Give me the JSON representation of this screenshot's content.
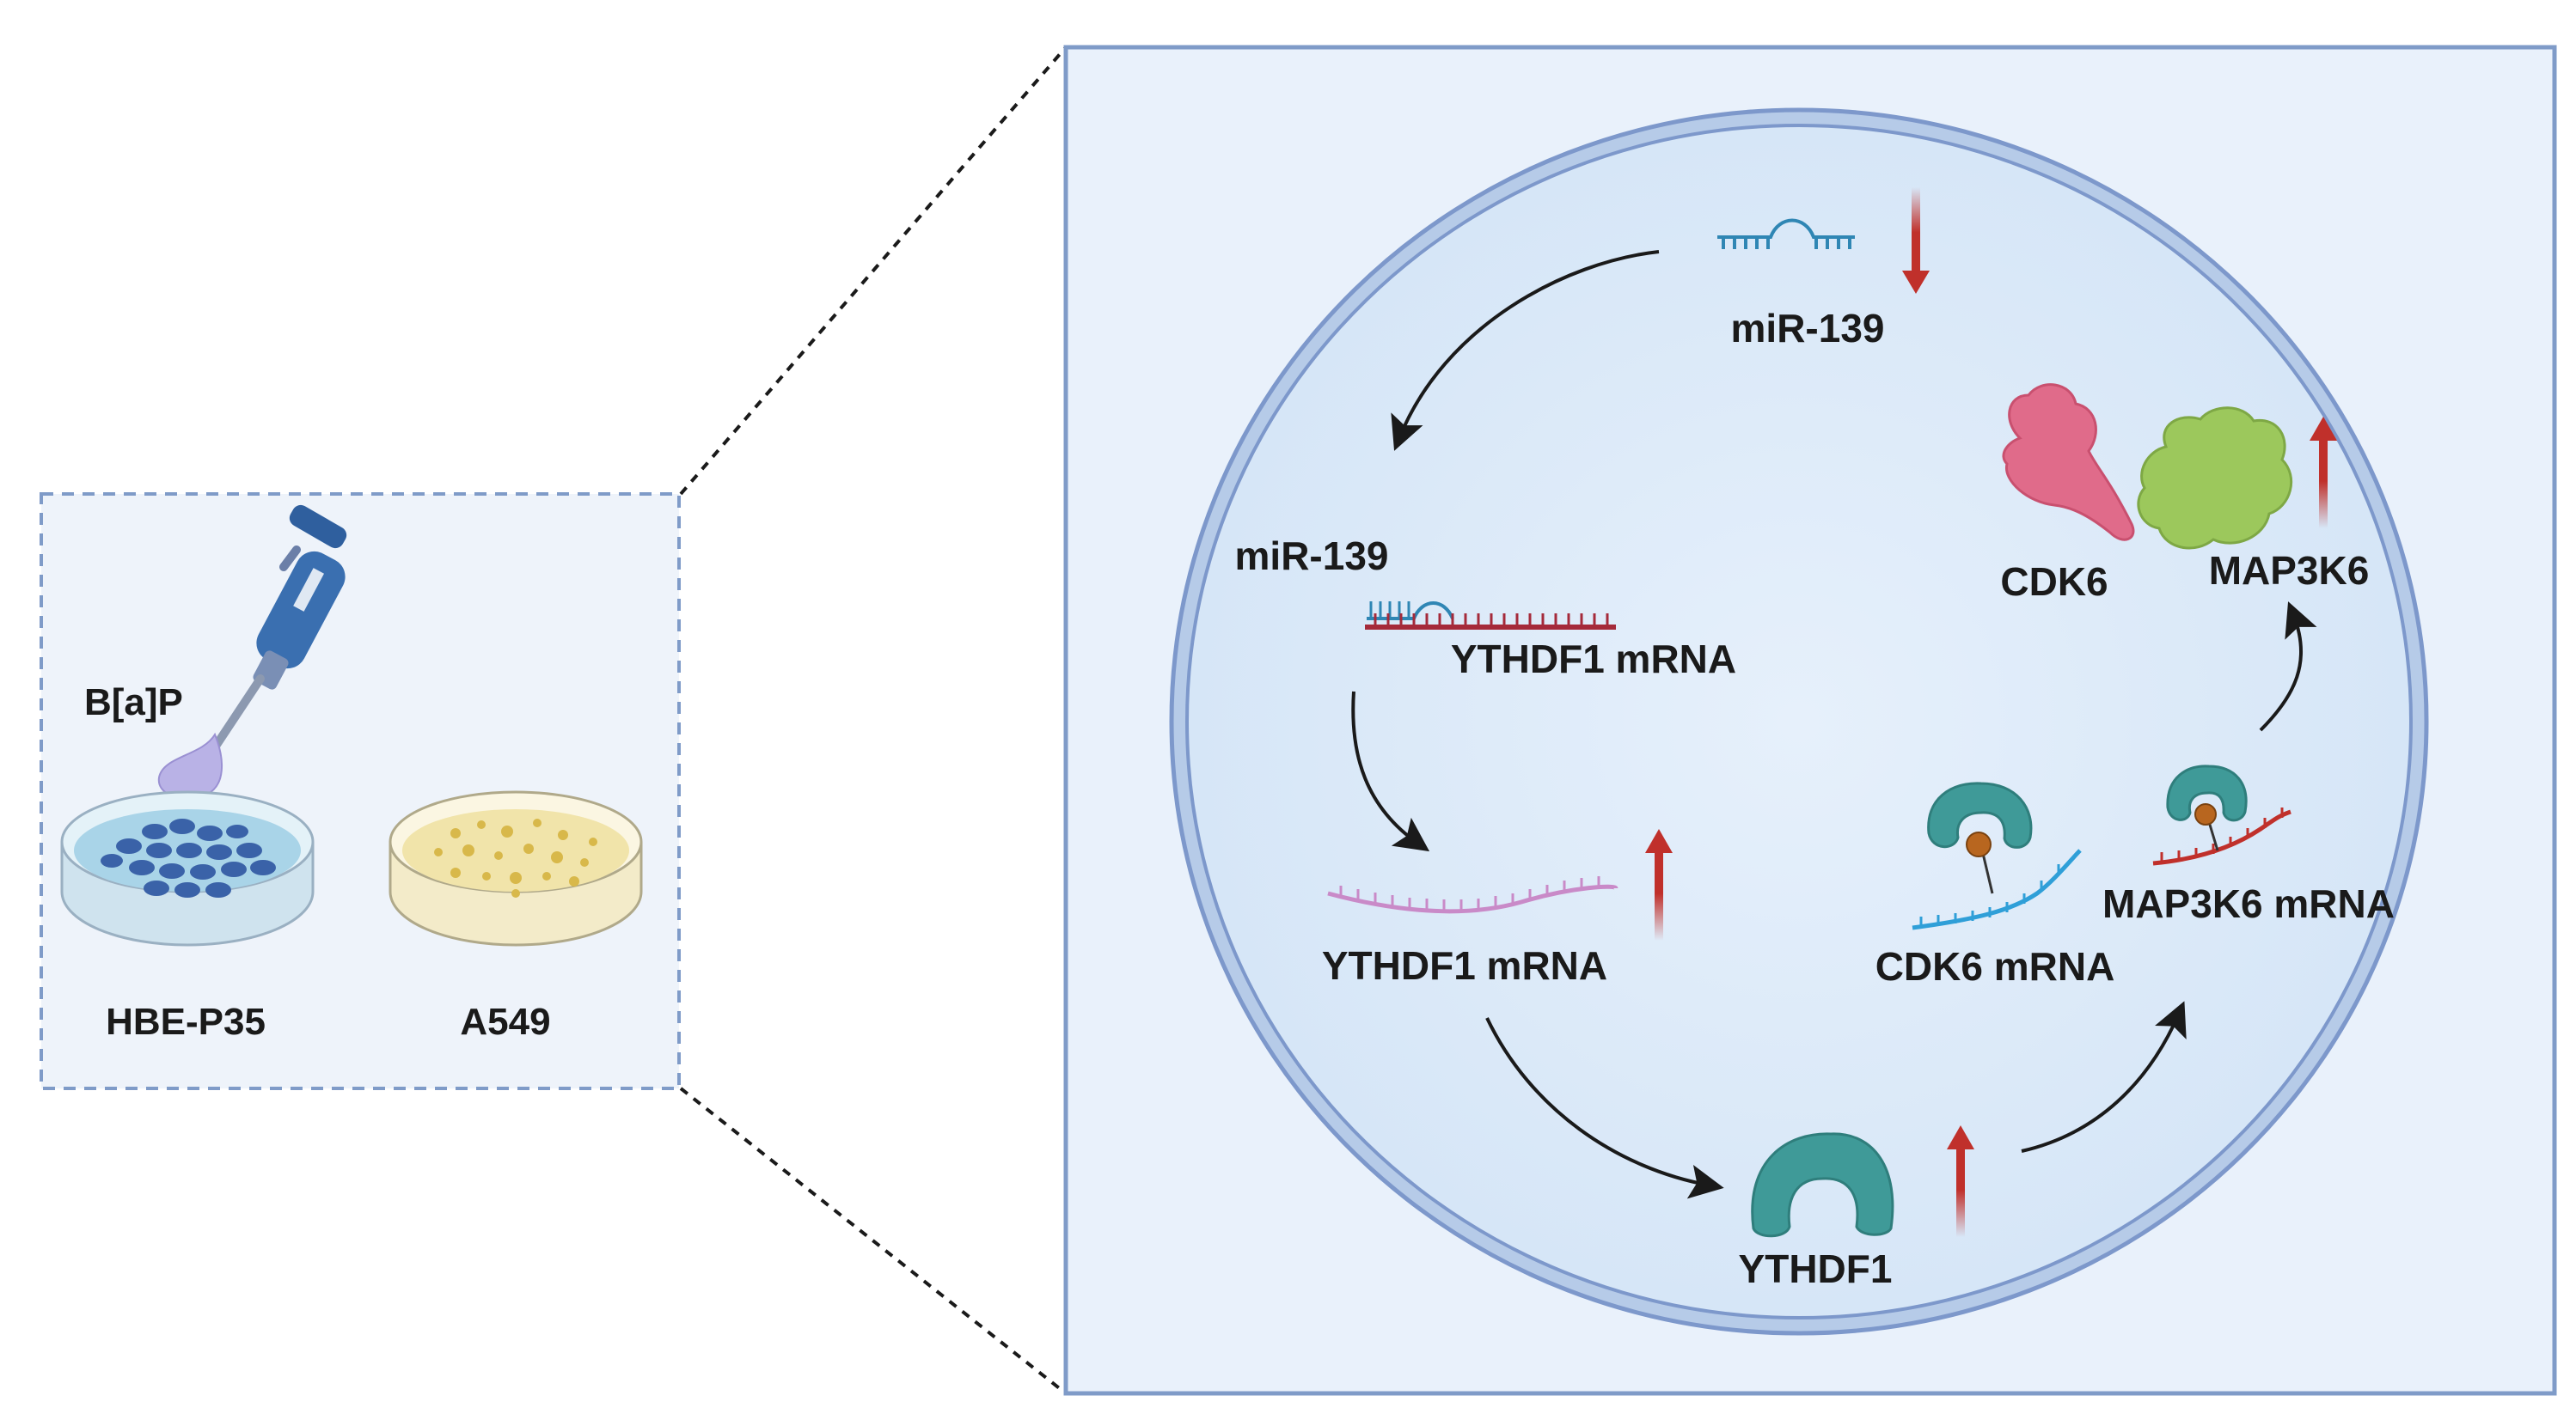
{
  "left_panel": {
    "treatment_label": "B[a]P",
    "dish_left_label": "HBE-P35",
    "dish_right_label": "A549"
  },
  "cell_panel": {
    "mir139_top_label": "miR-139",
    "mir139_bound_label": "miR-139",
    "ythdf1_mrna_bound_label": "YTHDF1 mRNA",
    "ythdf1_mrna_label": "YTHDF1 mRNA",
    "ythdf1_protein_label": "YTHDF1",
    "cdk6_mrna_label": "CDK6 mRNA",
    "map3k6_mrna_label": "MAP3K6 mRNA",
    "cdk6_protein_label": "CDK6",
    "map3k6_protein_label": "MAP3K6"
  },
  "colors": {
    "up_arrow": "#c0302b",
    "down_arrow": "#c0302b",
    "protein_teal": "#3f9a98",
    "cdk6_pink": "#e06b8a",
    "map3k6_green": "#9cc85c",
    "mirna_blue": "#2f86b4",
    "mrna_red": "#a52a3a",
    "ythdf1_mrna_pink": "#c98ac8"
  }
}
